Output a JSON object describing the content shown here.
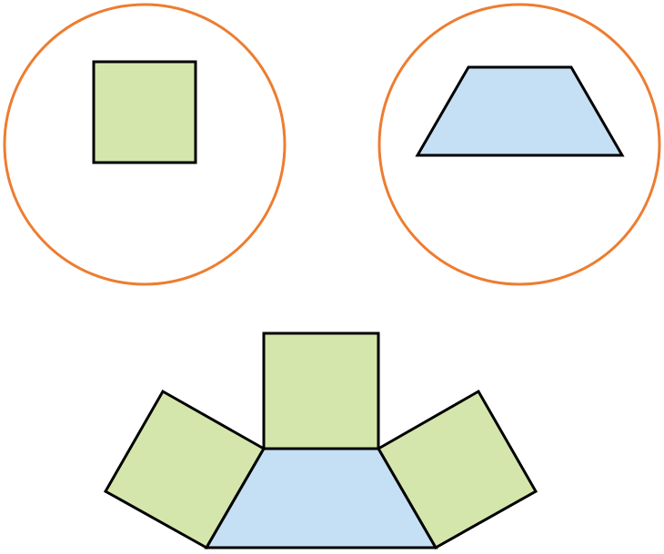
{
  "colors": {
    "background": "#ffffff",
    "circle_stroke": "#ed7d31",
    "square_fill": "#d5e6ac",
    "trapezoid_fill": "#c5e0f4",
    "outline": "#000000"
  },
  "diagram": {
    "panels": [
      {
        "name": "circle-with-square",
        "contains": "square"
      },
      {
        "name": "circle-with-trapezoid",
        "contains": "trapezoid"
      }
    ],
    "composite": {
      "center_shape": "trapezoid",
      "attached_squares": [
        "left",
        "top",
        "right"
      ]
    }
  }
}
